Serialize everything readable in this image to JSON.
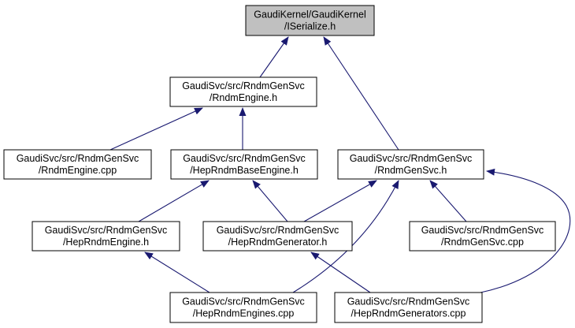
{
  "diagram": {
    "type": "include-dependency-graph",
    "direction": "arrows-point-to-included-file"
  },
  "colors": {
    "edge": "#191970",
    "node_fill": "#ffffff",
    "root_node_fill": "#c0c0c0",
    "node_border": "#000000",
    "text": "#000000",
    "background": "#ffffff"
  },
  "nodes": [
    {
      "id": "iserialize-h",
      "line1": "GaudiKernel/GaudiKernel",
      "line2": "/ISerialize.h"
    },
    {
      "id": "rndmengine-h",
      "line1": "GaudiSvc/src/RndmGenSvc",
      "line2": "/RndmEngine.h"
    },
    {
      "id": "rndmengine-cpp",
      "line1": "GaudiSvc/src/RndmGenSvc",
      "line2": "/RndmEngine.cpp"
    },
    {
      "id": "heprndmbaseengine-h",
      "line1": "GaudiSvc/src/RndmGenSvc",
      "line2": "/HepRndmBaseEngine.h"
    },
    {
      "id": "rndmgensvc-h",
      "line1": "GaudiSvc/src/RndmGenSvc",
      "line2": "/RndmGenSvc.h"
    },
    {
      "id": "heprndmengine-h",
      "line1": "GaudiSvc/src/RndmGenSvc",
      "line2": "/HepRndmEngine.h"
    },
    {
      "id": "heprndmgenerator-h",
      "line1": "GaudiSvc/src/RndmGenSvc",
      "line2": "/HepRndmGenerator.h"
    },
    {
      "id": "rndmgensvc-cpp",
      "line1": "GaudiSvc/src/RndmGenSvc",
      "line2": "/RndmGenSvc.cpp"
    },
    {
      "id": "heprndmengines-cpp",
      "line1": "GaudiSvc/src/RndmGenSvc",
      "line2": "/HepRndmEngines.cpp"
    },
    {
      "id": "heprndmgenerators-cpp",
      "line1": "GaudiSvc/src/RndmGenSvc",
      "line2": "/HepRndmGenerators.cpp"
    }
  ],
  "edges": [
    {
      "from": "RndmEngine.h",
      "to": "ISerialize.h"
    },
    {
      "from": "RndmGenSvc.h",
      "to": "ISerialize.h"
    },
    {
      "from": "RndmEngine.cpp",
      "to": "RndmEngine.h"
    },
    {
      "from": "HepRndmBaseEngine.h",
      "to": "RndmEngine.h"
    },
    {
      "from": "HepRndmEngine.h",
      "to": "HepRndmBaseEngine.h"
    },
    {
      "from": "HepRndmGenerator.h",
      "to": "HepRndmBaseEngine.h"
    },
    {
      "from": "HepRndmGenerator.h",
      "to": "RndmGenSvc.h"
    },
    {
      "from": "RndmGenSvc.cpp",
      "to": "RndmGenSvc.h"
    },
    {
      "from": "HepRndmEngines.cpp",
      "to": "RndmGenSvc.h"
    },
    {
      "from": "HepRndmGenerators.cpp",
      "to": "RndmGenSvc.h"
    },
    {
      "from": "HepRndmEngines.cpp",
      "to": "HepRndmEngine.h"
    },
    {
      "from": "HepRndmGenerators.cpp",
      "to": "HepRndmGenerator.h"
    }
  ]
}
